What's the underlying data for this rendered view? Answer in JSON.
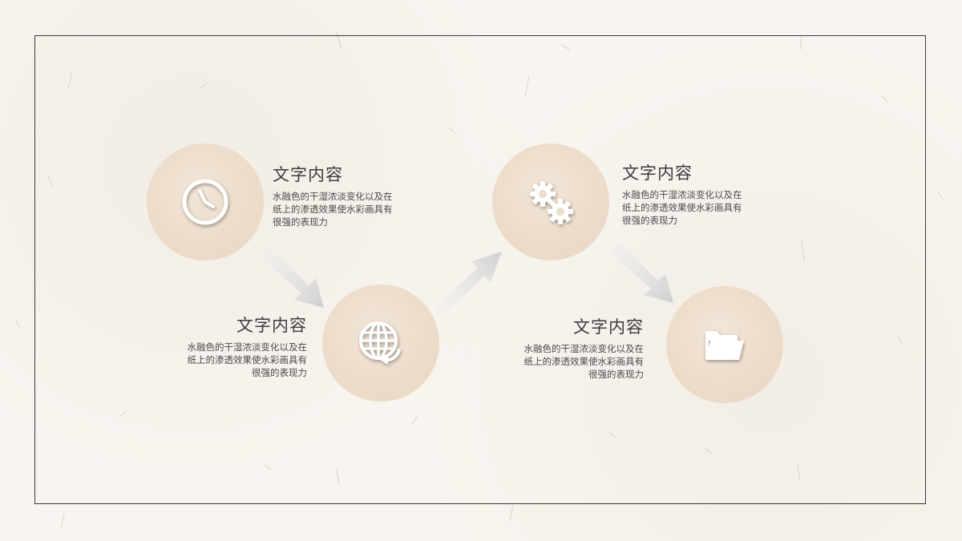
{
  "colors": {
    "background": "#f8f5f0",
    "circle": "#ecdcca",
    "arrow": "#d0d0d0",
    "frame": "#3a3a3a",
    "text": "#3c3c3c"
  },
  "steps": [
    {
      "icon": "clock-icon",
      "title": "文字内容",
      "body": [
        "水融色的干湿浓淡变化以及在",
        "纸上的渗透效果使水彩画具有",
        "很强的表现力"
      ]
    },
    {
      "icon": "globe-refresh-icon",
      "title": "文字内容",
      "body": [
        "水融色的干湿浓淡变化以及在",
        "纸上的渗透效果使水彩画具有",
        "很强的表现力"
      ]
    },
    {
      "icon": "gears-icon",
      "title": "文字内容",
      "body": [
        "水融色的干湿浓淡变化以及在",
        "纸上的渗透效果使水彩画具有",
        "很强的表现力"
      ]
    },
    {
      "icon": "folder-icon",
      "title": "文字内容",
      "body": [
        "水融色的干湿浓淡变化以及在",
        "纸上的渗透效果使水彩画具有",
        "很强的表现力"
      ]
    }
  ]
}
